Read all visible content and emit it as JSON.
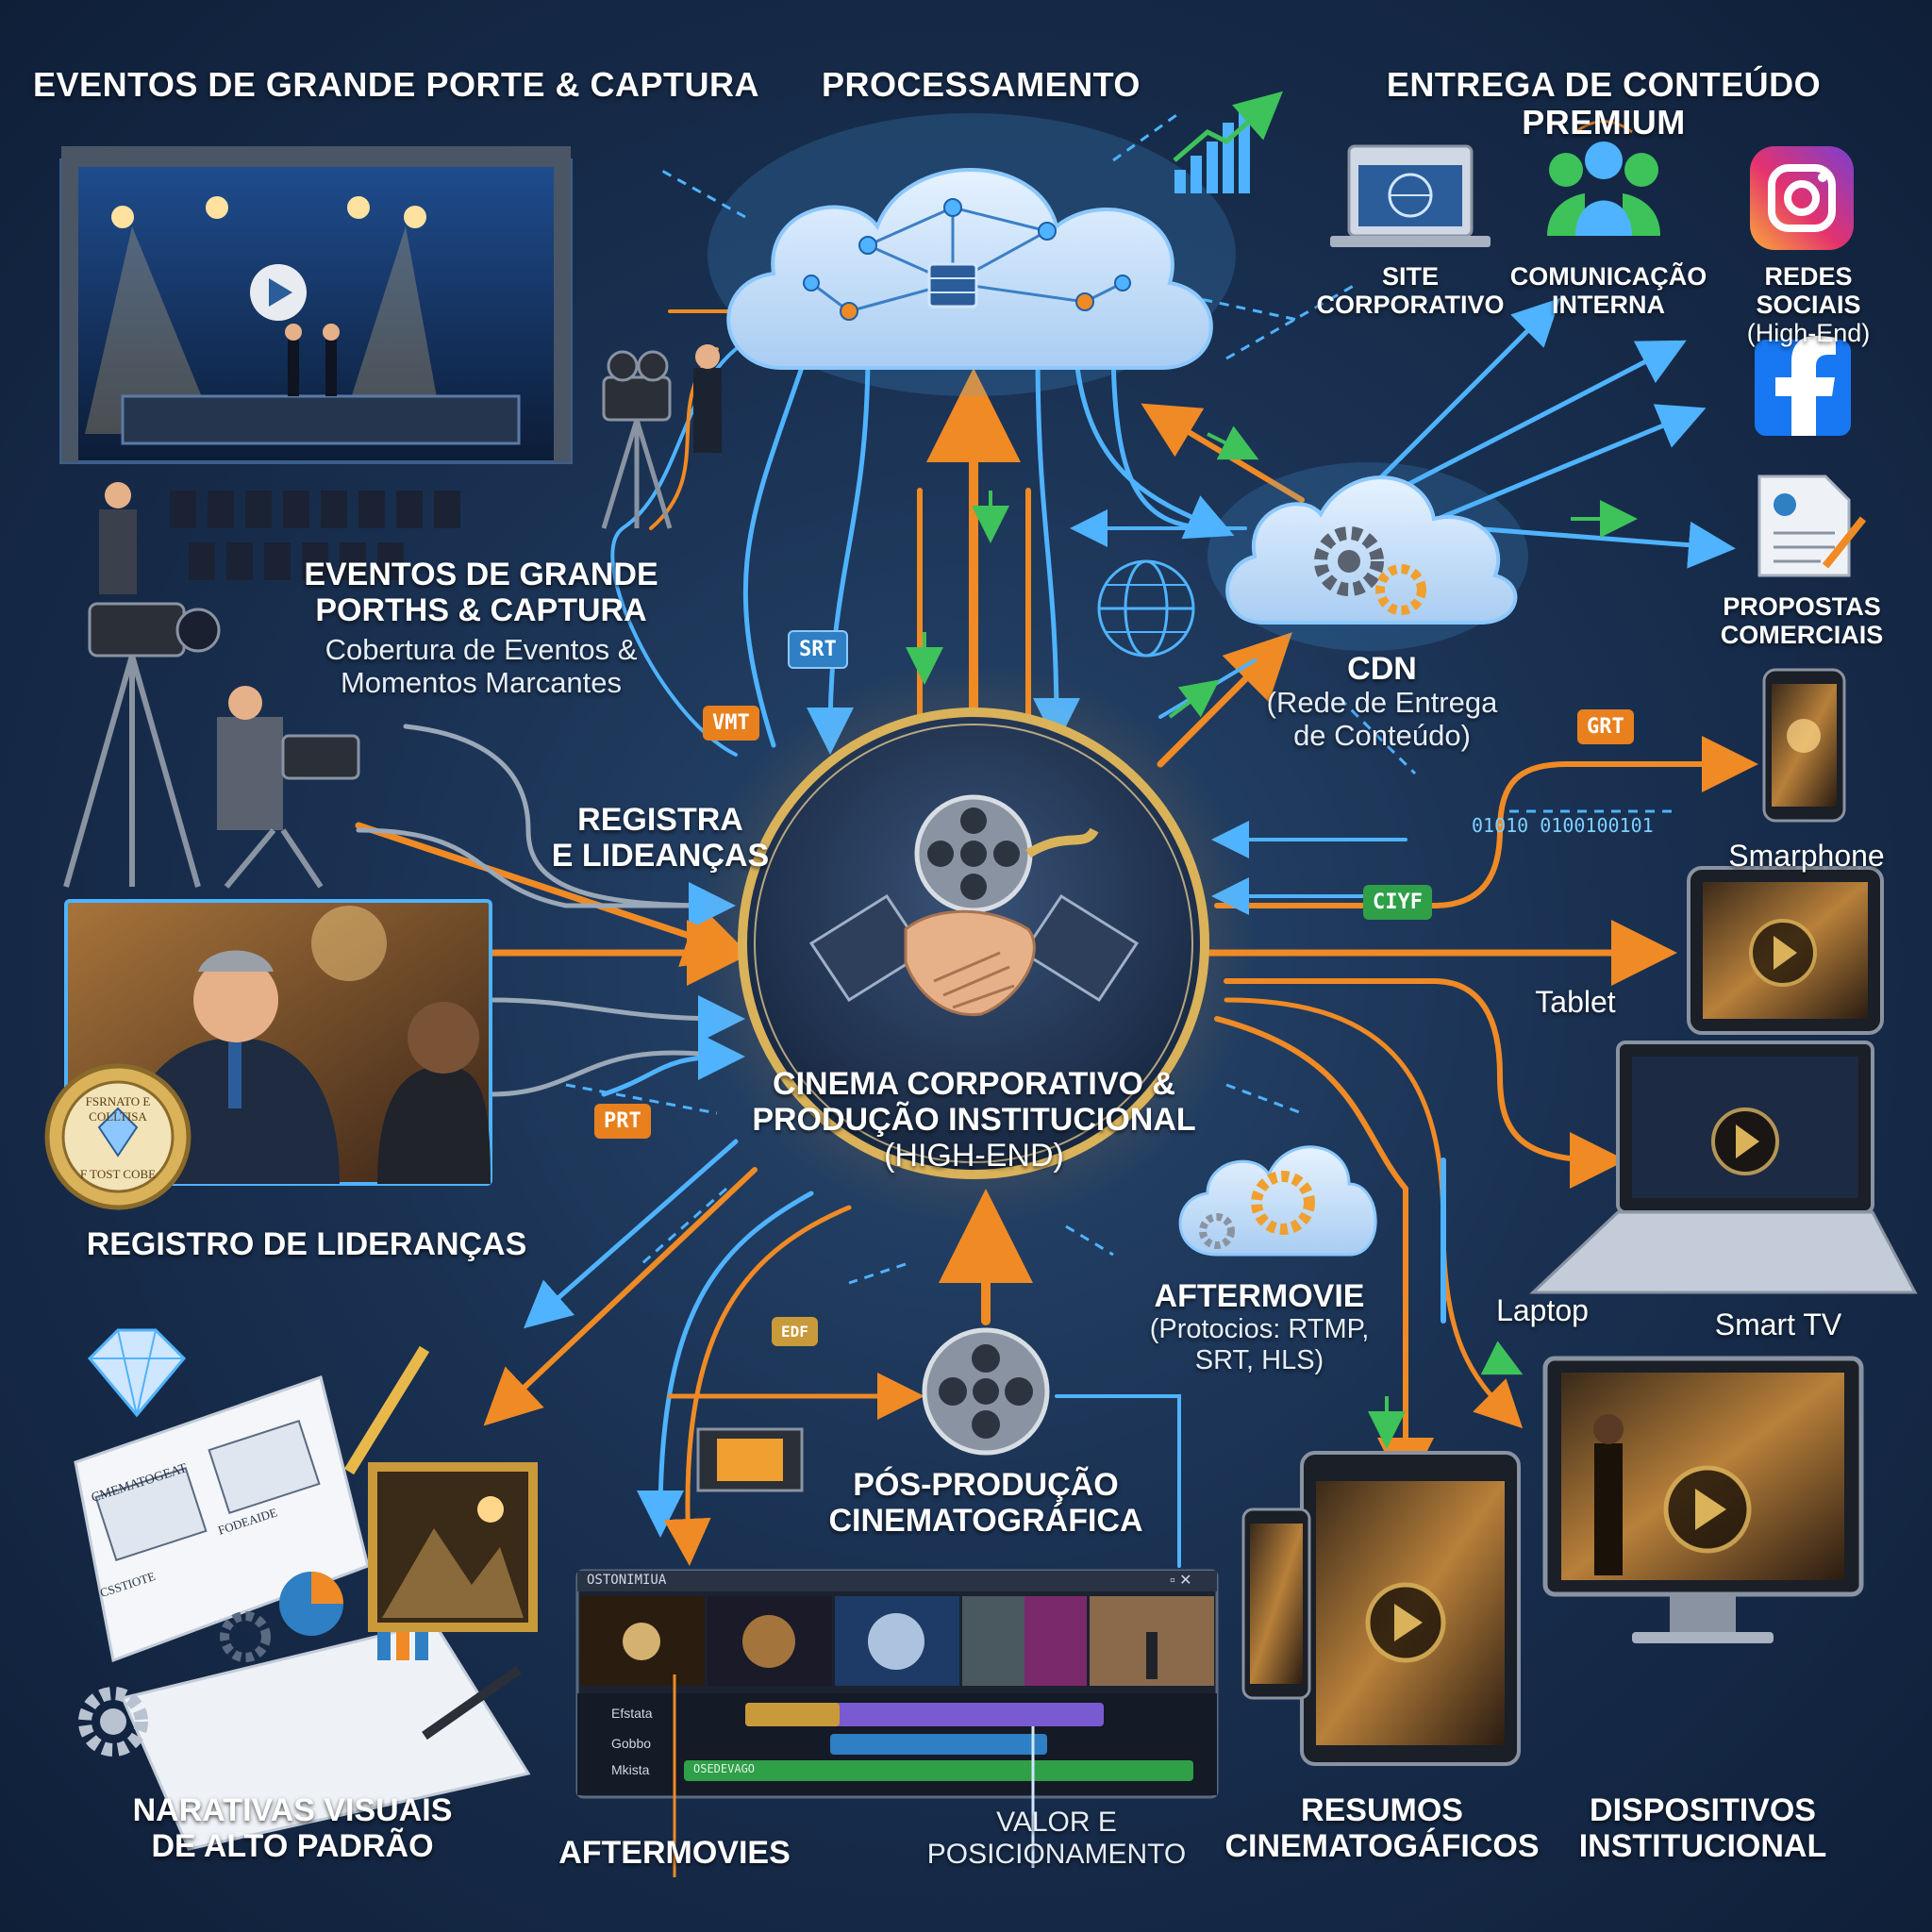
{
  "headers": {
    "capture": "EVENTOS DE GRANDE PORTE & CAPTURA",
    "processing": "PROCESSAMENTO",
    "delivery": "ENTREGA DE CONTEÚDO PREMIUM"
  },
  "hub": {
    "title_line1": "CINEMA CORPORATIVO &",
    "title_line2": "PRODUÇÃO INSTITUCIONAL",
    "title_line3": "(HIGH-END)"
  },
  "capture_block": {
    "title_line1": "EVENTOS DE GRANDE",
    "title_line2": "PORTHS & CAPTURA",
    "subtitle_line1": "Cobertura de Eventos &",
    "subtitle_line2": "Momentos Marcantes"
  },
  "registra": {
    "line1": "REGISTRA",
    "line2": "E LIDEANÇAS"
  },
  "leaders_label": "REGISTRO DE LIDERANÇAS",
  "seal": {
    "top": "FSRNATO E COLLTISA",
    "bottom": "F TOST COBE"
  },
  "narratives": {
    "line1": "NARATIVAS VISUAIS",
    "line2": "DE ALTO PADRÃO"
  },
  "storyboard": {
    "label1": "CMEMATOGEAT",
    "label2": "FODEAIDE",
    "label3": "CSSTIOTE"
  },
  "aftermovies_label": "AFTERMOVIES",
  "value": {
    "line1": "VALOR E",
    "line2": "POSICIONAMENTO"
  },
  "post": {
    "line1": "PÓS-PRODUÇÃO",
    "line2": "CINEMATOGRÁFICA"
  },
  "editor": {
    "title": "OSTONIMIUA",
    "tracks": [
      "Efstata",
      "Gobbo",
      "Mkista"
    ],
    "audio_clip": "OSEDEVAGO"
  },
  "aftermovie": {
    "title": "AFTERMOVIE",
    "line1": "(Protocios: RTMP,",
    "line2": "SRT, HLS)"
  },
  "cdn": {
    "title": "CDN",
    "line1": "(Rede de Entrega",
    "line2": "de Conteúdo)"
  },
  "summaries": {
    "line1": "RESUMOS",
    "line2": "CINEMATOGÁFICOS"
  },
  "devices_inst": {
    "line1": "DISPOSITIVOS",
    "line2": "INSTITUCIONAL"
  },
  "channels": {
    "site_line1": "SITE",
    "site_line2": "CORPORATIVO",
    "internal_line1": "COMUNICAÇÃO",
    "internal_line2": "INTERNA",
    "social_line1": "REDES SOCIAIS",
    "social_line2": "(High-End)",
    "proposals_line1": "PROPOSTAS",
    "proposals_line2": "COMERCIAIS"
  },
  "devices": {
    "smartphone": "Smarphone",
    "tablet": "Tablet",
    "laptop": "Laptop",
    "smarttv": "Smart TV"
  },
  "tags": {
    "srt": "SRT",
    "vmt": "VMT",
    "prt": "PRT",
    "grt": "GRT",
    "ciyf": "CIYF",
    "edf": "EDF"
  },
  "binary_text": "01010 0100100101",
  "colors": {
    "background": "#1a3152",
    "accent_orange": "#f08a24",
    "accent_blue": "#4fb3ff",
    "accent_green": "#3ec25a",
    "gold": "#d9b25a",
    "cloud": "#cfe6ff"
  },
  "icons": {
    "stage": "stage-icon",
    "camera": "video-camera-icon",
    "cloud": "cloud-network-icon",
    "film_reel": "film-reel-icon",
    "handshake": "handshake-icon",
    "gear": "gear-icon",
    "globe": "globe-icon",
    "team": "team-icon",
    "instagram": "instagram-icon",
    "facebook": "facebook-icon",
    "document": "document-icon",
    "diamond": "diamond-icon",
    "play": "play-icon"
  }
}
